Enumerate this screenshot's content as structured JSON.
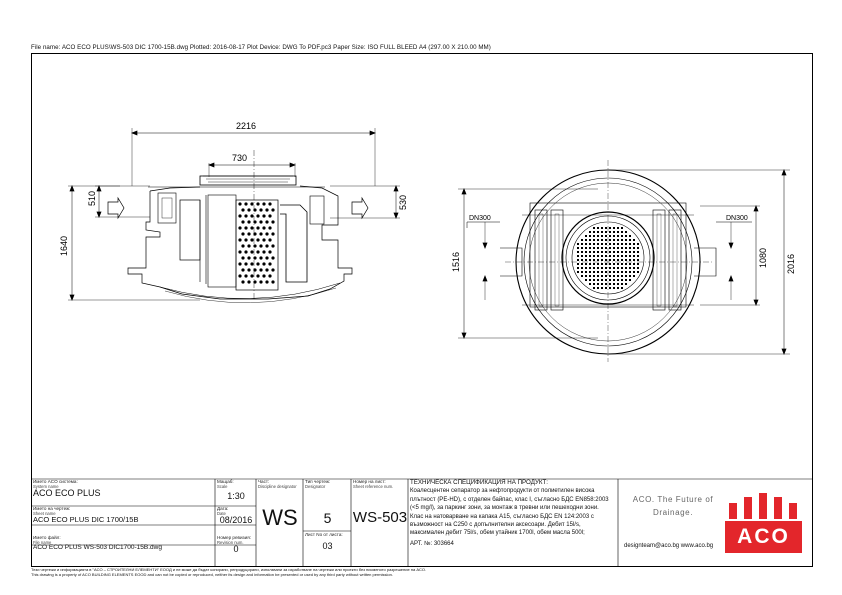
{
  "header": {
    "plot_info": "File name: ACO ECO PLUS\\WS-503 DIC 1700-15B.dwg   Plotted: 2016-08-17   Plot Device: DWG To PDF.pc3   Paper Size: ISO FULL BLEED A4 (297.00 X 210.00 MM)"
  },
  "dimensions": {
    "overall_width": "2216",
    "cover_width": "730",
    "inlet_height": "510",
    "outlet_height": "530",
    "total_height": "1640",
    "plan_inner": "1516",
    "plan_1080": "1080",
    "plan_outer": "2016",
    "dn_left": "DN300",
    "dn_right": "DN300"
  },
  "title_block": {
    "system_label": "Името ACO система:",
    "system_label_en": "System name",
    "system_value": "ACO ECO PLUS",
    "scale_label": "Мащаб:",
    "scale_label_en": "Scale",
    "scale_value": "1:30",
    "sheet_label": "Името на чертеж:",
    "sheet_label_en": "Sheet name",
    "sheet_value": "ACO ECO PLUS DIC 1700/15B",
    "date_label": "Дата:",
    "date_label_en": "Date",
    "date_value": "08/2016",
    "file_label": "Името файл:",
    "file_label_en": "File name",
    "file_value": "ACO ECO PLUS WS-503 DIC1700-15B.dwg",
    "rev_label": "Номер ревизия:",
    "rev_label_en": "Revision num.",
    "rev_value": "0",
    "part_label": "Част:",
    "part_label_en": "Discipline designator",
    "part_value": "WS",
    "type_label": "Тип чертеж:",
    "type_label_en": "Designator",
    "type_value": "5",
    "sheetno_label": "Лист No от листа:",
    "sheetno_value": "03",
    "sheetref_label": "Номер на лист:",
    "sheetref_label_en": "Sheet reference num.",
    "sheetref_value": "WS-503"
  },
  "spec": {
    "title": "ТЕХНИЧЕСКА СПЕЦИФИКАЦИЯ НА ПРОДУКТ:",
    "lines": [
      "Коалесцентен сепаратор за нефтопродукти от полиетилен висока",
      "плътност (PE-HD), с отделен байпас, клас I, съгласно БДС EN858:2003",
      "(<5 mg/l), за паркинг зони, за монтаж в тревни или пешеходни зони.",
      "Клас на натоварване на капака A15, съгласно БДС EN 124:2003 с",
      "възможност на C250 с допълнителни аксесоари. Дебит 15l/s,",
      "максимален дебит 75l/s, обем утайник 1700l, обем масла 500l;"
    ],
    "art": "АРТ. №: 303664"
  },
  "brand": {
    "tagline_1": "ACO. The Future of",
    "tagline_2": "Drainage.",
    "web": "designteam@aco.bg   www.aco.bg",
    "logo": "ACO",
    "logo_color": "#e3262b"
  },
  "disclaimer": {
    "line1": "Тези чертежи и информацията в \"ACO – СТРОИТЕЛНИ ЕЛЕМЕНТИ\" ЕООД и не може да бъдат копирани, репродуцирани, използвани за изработване на чертежи или проекти без писменото разрешение на ACO.",
    "line2": "This drawing is a property of ACO BUILDING ELEMENTS EOOD and can not be copied or reproduced, neither its design and information be presented or used by any third party without written permission."
  }
}
